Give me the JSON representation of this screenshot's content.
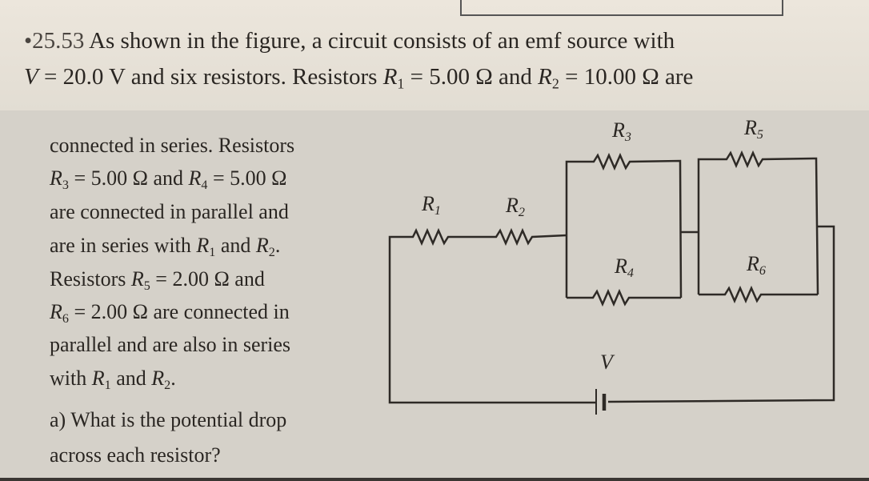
{
  "problem": {
    "number": "•25.53",
    "header_lines": [
      [
        {
          "t": "As shown in the figure, a circuit consists of an emf source with"
        }
      ],
      [
        {
          "t": "V",
          "i": true
        },
        {
          "t": " = 20.0 V and six resistors. Resistors "
        },
        {
          "t": "R",
          "i": true
        },
        {
          "t": "1",
          "sub": true
        },
        {
          "t": " = 5.00 Ω and "
        },
        {
          "t": "R",
          "i": true
        },
        {
          "t": "2",
          "sub": true
        },
        {
          "t": " = 10.00 Ω are"
        }
      ]
    ],
    "body_lines": [
      [
        {
          "t": "connected in series. Resistors"
        }
      ],
      [
        {
          "t": "R",
          "i": true
        },
        {
          "t": "3",
          "sub": true
        },
        {
          "t": " = 5.00 Ω and "
        },
        {
          "t": "R",
          "i": true
        },
        {
          "t": "4",
          "sub": true
        },
        {
          "t": " = 5.00 Ω"
        }
      ],
      [
        {
          "t": "are connected in parallel and"
        }
      ],
      [
        {
          "t": "are in series with "
        },
        {
          "t": "R",
          "i": true
        },
        {
          "t": "1",
          "sub": true
        },
        {
          "t": " and "
        },
        {
          "t": "R",
          "i": true
        },
        {
          "t": "2",
          "sub": true
        },
        {
          "t": "."
        }
      ],
      [
        {
          "t": "Resistors "
        },
        {
          "t": "R",
          "i": true
        },
        {
          "t": "5",
          "sub": true
        },
        {
          "t": " = 2.00 Ω and"
        }
      ],
      [
        {
          "t": "R",
          "i": true
        },
        {
          "t": "6",
          "sub": true
        },
        {
          "t": " = 2.00 Ω are connected in"
        }
      ],
      [
        {
          "t": "parallel and are also in series"
        }
      ],
      [
        {
          "t": "with "
        },
        {
          "t": "R",
          "i": true
        },
        {
          "t": "1",
          "sub": true
        },
        {
          "t": " and "
        },
        {
          "t": "R",
          "i": true
        },
        {
          "t": "2",
          "sub": true
        },
        {
          "t": "."
        }
      ],
      [
        {
          "t": "a) What is the potential drop"
        }
      ],
      [
        {
          "t": "across each resistor?"
        }
      ]
    ]
  },
  "circuit": {
    "labels": {
      "r1": {
        "base": "R",
        "sub": "1"
      },
      "r2": {
        "base": "R",
        "sub": "2"
      },
      "r3": {
        "base": "R",
        "sub": "3"
      },
      "r4": {
        "base": "R",
        "sub": "4"
      },
      "r5": {
        "base": "R",
        "sub": "5"
      },
      "r6": {
        "base": "R",
        "sub": "6"
      },
      "v": "V"
    },
    "wire_color": "#2e2a26"
  }
}
